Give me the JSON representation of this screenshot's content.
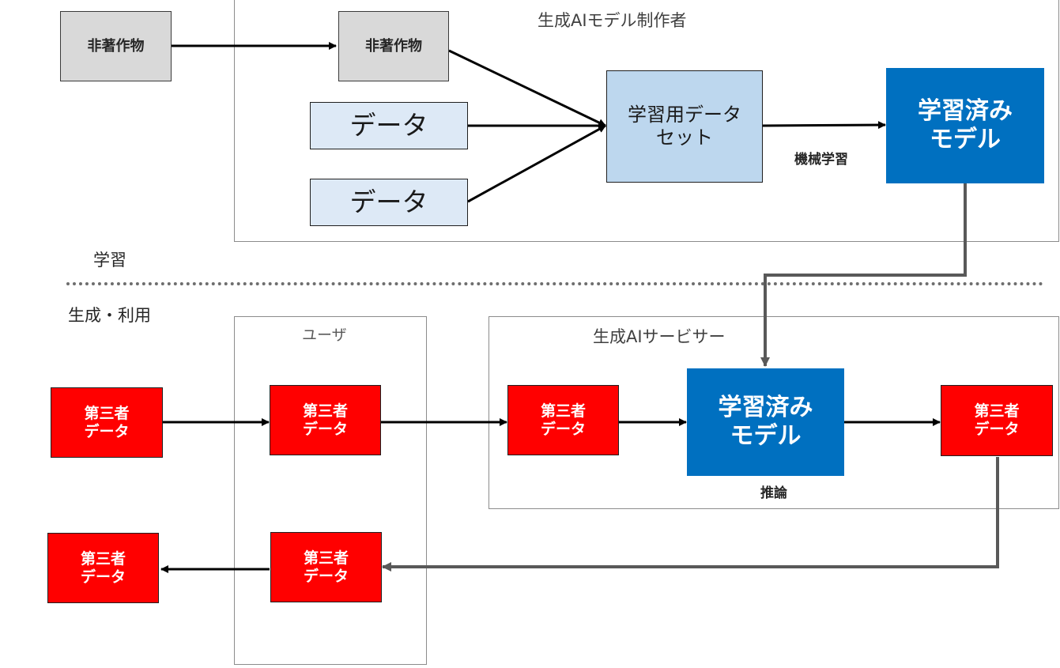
{
  "sections": {
    "learning": "学習",
    "generation_use": "生成・利用"
  },
  "frames": {
    "model_creator": "生成AIモデル制作者",
    "user": "ユーザ",
    "service_provider": "生成AIサービサー"
  },
  "nodes": {
    "non_copyrighted_source": "非著作物",
    "non_copyrighted_input": "非著作物",
    "data_1": "データ",
    "data_2": "データ",
    "training_dataset": "学習用データ\nセット",
    "trained_model_top": "学習済み\nモデル",
    "trained_model_service": "学習済み\nモデル",
    "third_party_source": "第三者\nデータ",
    "third_party_user_in": "第三者\nデータ",
    "third_party_service_in": "第三者\nデータ",
    "third_party_service_out": "第三者\nデータ",
    "third_party_user_out": "第三者\nデータ",
    "third_party_final": "第三者\nデータ"
  },
  "edge_labels": {
    "machine_learning": "機械学習",
    "inference": "推論"
  },
  "colors": {
    "gray_box": "#d9d9d9",
    "light_blue_box": "#dde9f6",
    "mid_blue_box": "#bdd7ee",
    "model_blue": "#0070c0",
    "third_party_red": "#ff0000",
    "arrow_black": "#000000",
    "arrow_gray": "#595959"
  }
}
